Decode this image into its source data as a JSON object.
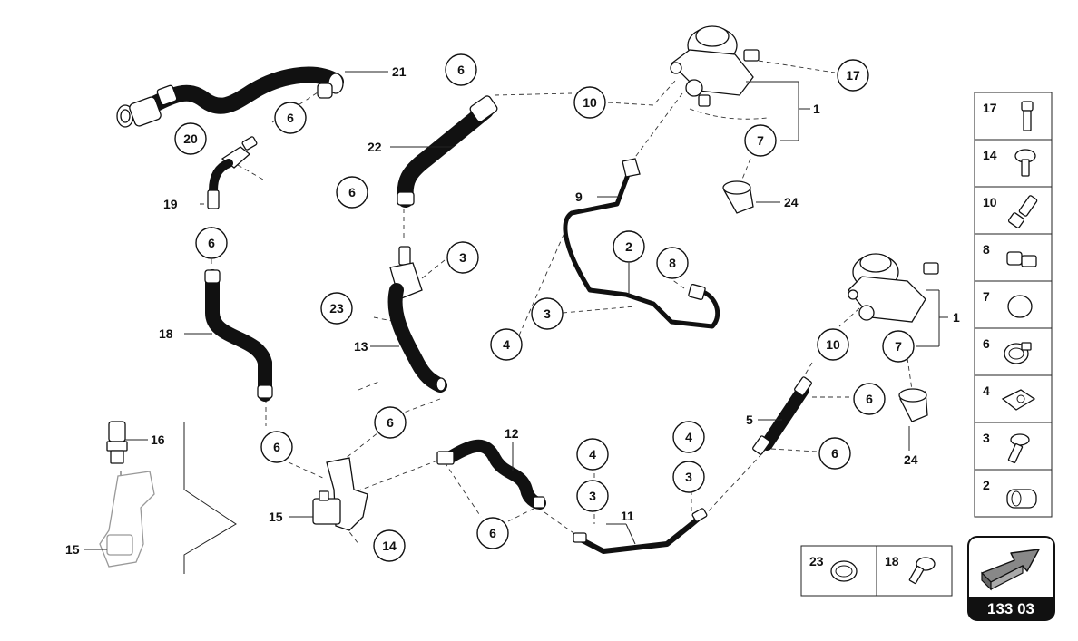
{
  "callouts": {
    "c1a": "1",
    "c1b": "1",
    "c2": "2",
    "c3a": "3",
    "c3b": "3",
    "c3c": "3",
    "c3d": "3",
    "c4a": "4",
    "c4b": "4",
    "c4c": "4",
    "c5": "5",
    "c6a": "6",
    "c6b": "6",
    "c6c": "6",
    "c6d": "6",
    "c6e": "6",
    "c6f": "6",
    "c6g": "6",
    "c6h": "6",
    "c6i": "6",
    "c7a": "7",
    "c7b": "7",
    "c8": "8",
    "c9": "9",
    "c10a": "10",
    "c10b": "10",
    "c11": "11",
    "c12": "12",
    "c13": "13",
    "c14": "14",
    "c15a": "15",
    "c15b": "15",
    "c16": "16",
    "c17": "17",
    "c18": "18",
    "c19": "19",
    "c20": "20",
    "c21": "21",
    "c22": "22",
    "c23": "23",
    "c24a": "24",
    "c24b": "24"
  },
  "legend": {
    "items": [
      "17",
      "14",
      "10",
      "8",
      "7",
      "6",
      "4",
      "3",
      "2"
    ],
    "bottom": [
      "23",
      "18"
    ]
  },
  "plate": {
    "code": "133 03",
    "icon": "arrow-icon"
  }
}
